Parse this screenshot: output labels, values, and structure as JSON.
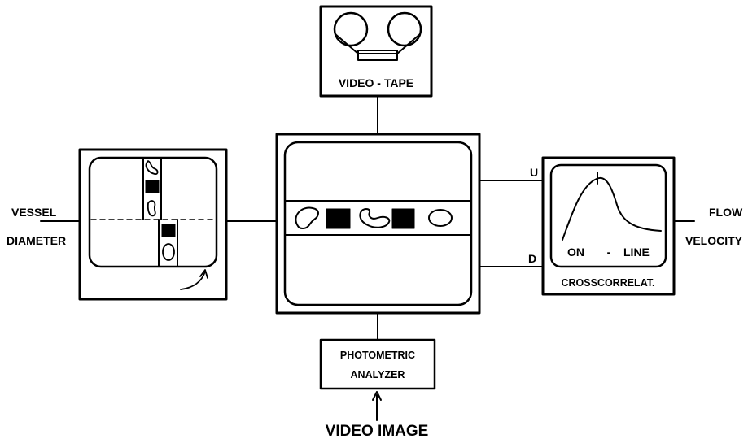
{
  "labels": {
    "video_tape": "VIDEO - TAPE",
    "vessel": "VESSEL",
    "diameter": "DIAMETER",
    "flow": "FLOW",
    "velocity": "VELOCITY",
    "u": "U",
    "d": "D",
    "on": "ON",
    "dash": "-",
    "line": "LINE",
    "crosscorrelat": "CROSSCORRELAT.",
    "photometric": "PHOTOMETRIC",
    "analyzer": "ANALYZER",
    "video_image": "VIDEO IMAGE"
  }
}
